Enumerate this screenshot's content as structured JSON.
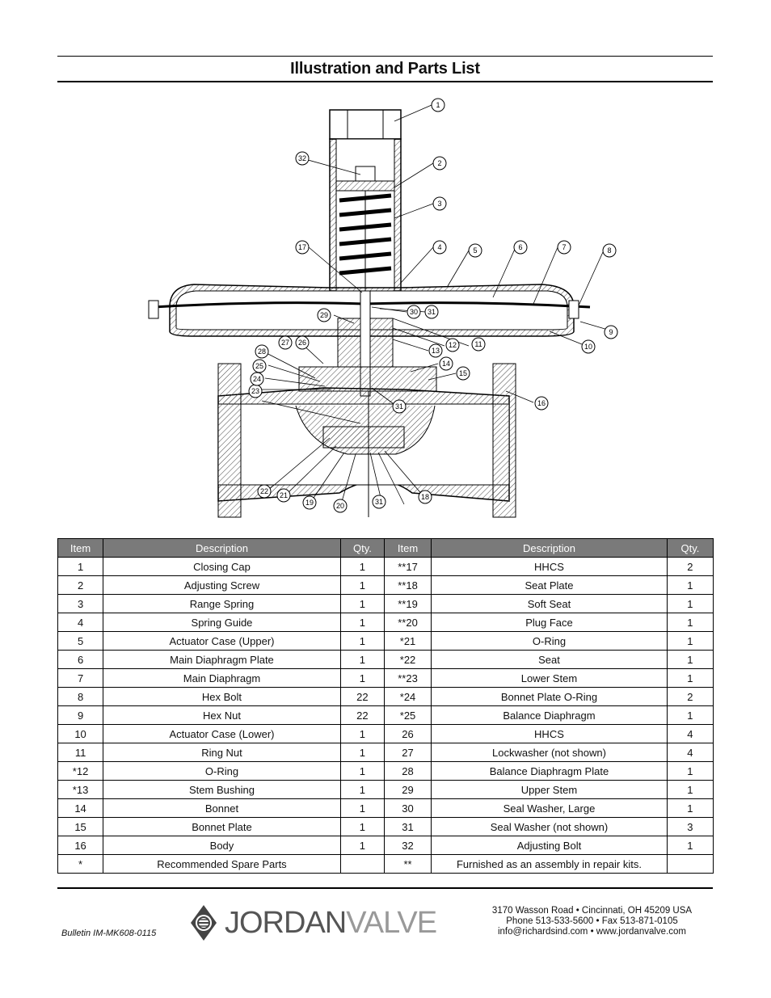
{
  "page": {
    "title": "Illustration and Parts List"
  },
  "diagram": {
    "callouts": [
      "1",
      "2",
      "3",
      "4",
      "5",
      "6",
      "7",
      "8",
      "9",
      "10",
      "11",
      "12",
      "13",
      "14",
      "15",
      "16",
      "17",
      "18",
      "19",
      "20",
      "21",
      "22",
      "23",
      "24",
      "25",
      "26",
      "27",
      "28",
      "29",
      "30",
      "31",
      "32"
    ]
  },
  "parts_table": {
    "headers": [
      "Item",
      "Description",
      "Qty.",
      "Item",
      "Description",
      "Qty."
    ],
    "rows": [
      [
        "1",
        "Closing Cap",
        "1",
        "**17",
        "HHCS",
        "2"
      ],
      [
        "2",
        "Adjusting Screw",
        "1",
        "**18",
        "Seat Plate",
        "1"
      ],
      [
        "3",
        "Range Spring",
        "1",
        "**19",
        "Soft Seat",
        "1"
      ],
      [
        "4",
        "Spring Guide",
        "1",
        "**20",
        "Plug Face",
        "1"
      ],
      [
        "5",
        "Actuator Case (Upper)",
        "1",
        "*21",
        "O-Ring",
        "1"
      ],
      [
        "6",
        "Main Diaphragm Plate",
        "1",
        "*22",
        "Seat",
        "1"
      ],
      [
        "7",
        "Main Diaphragm",
        "1",
        "**23",
        "Lower Stem",
        "1"
      ],
      [
        "8",
        "Hex Bolt",
        "22",
        "*24",
        "Bonnet Plate O-Ring",
        "2"
      ],
      [
        "9",
        "Hex Nut",
        "22",
        "*25",
        "Balance Diaphragm",
        "1"
      ],
      [
        "10",
        "Actuator Case (Lower)",
        "1",
        "26",
        "HHCS",
        "4"
      ],
      [
        "11",
        "Ring Nut",
        "1",
        "27",
        "Lockwasher (not shown)",
        "4"
      ],
      [
        "*12",
        "O-Ring",
        "1",
        "28",
        "Balance Diaphragm Plate",
        "1"
      ],
      [
        "*13",
        "Stem Bushing",
        "1",
        "29",
        "Upper Stem",
        "1"
      ],
      [
        "14",
        "Bonnet",
        "1",
        "30",
        "Seal Washer, Large",
        "1"
      ],
      [
        "15",
        "Bonnet Plate",
        "1",
        "31",
        "Seal Washer (not shown)",
        "3"
      ],
      [
        "16",
        "Body",
        "1",
        "32",
        "Adjusting Bolt",
        "1"
      ],
      [
        "*",
        "Recommended Spare Parts",
        "",
        "**",
        "Furnished as an assembly in repair kits.",
        ""
      ]
    ]
  },
  "footer": {
    "bulletin": "Bulletin IM-MK608-0115",
    "logo_word_1": "JORDAN",
    "logo_word_2": "VALVE",
    "address": "3170 Wasson Road  •  Cincinnati, OH  45209  USA",
    "phone": "Phone 513-533-5600  •  Fax 513-871-0105",
    "web": "info@richardsind.com  •  www.jordanvalve.com"
  }
}
